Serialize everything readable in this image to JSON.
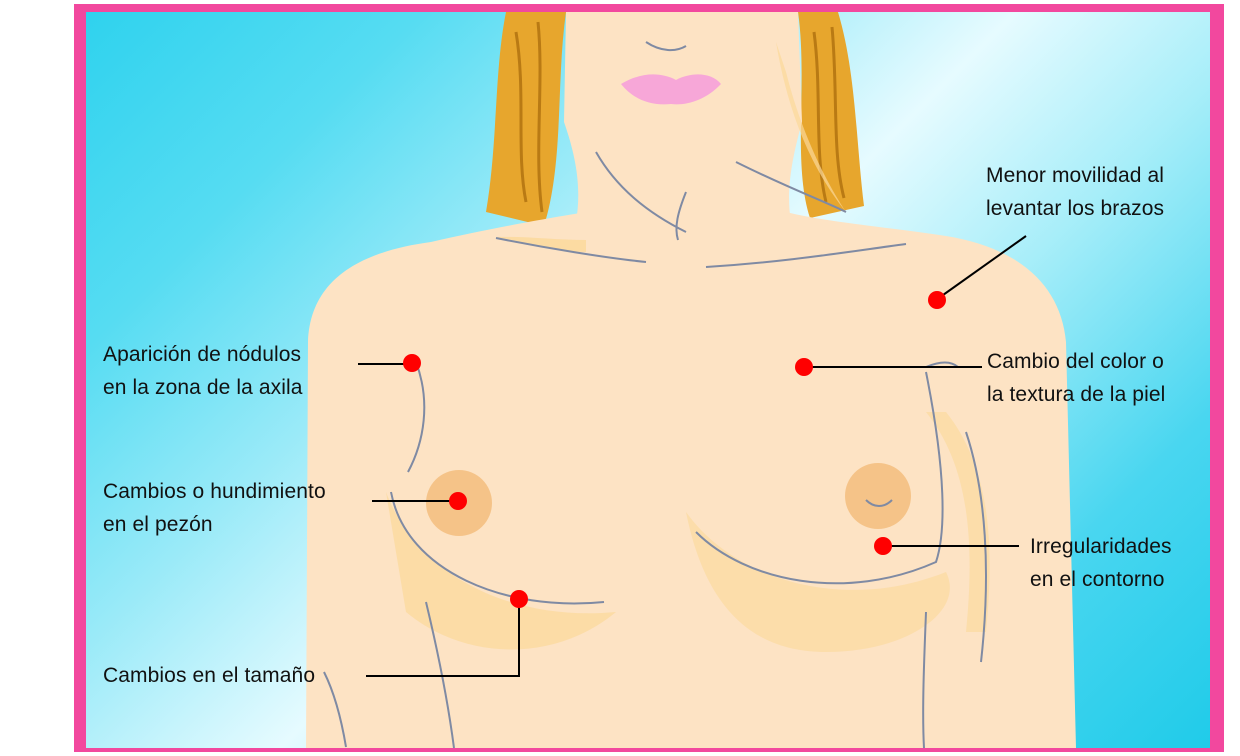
{
  "annotations": {
    "movilidad": "Menor movilidad al\nlevantar los brazos",
    "nodulos": "Aparición de nódulos\nen la zona de la axila",
    "piel": "Cambio del color o\nla textura de la piel",
    "pezon": "Cambios o hundimiento\nen el pezón",
    "contorno": "Irregularidades\nen el contorno",
    "tamano": "Cambios en el tamaño"
  },
  "colors": {
    "frame": "#f2489e",
    "marker": "#ff0000",
    "skin": "#fde3c4",
    "hair": "#e7a62d",
    "lips": "#f7a7d8"
  }
}
